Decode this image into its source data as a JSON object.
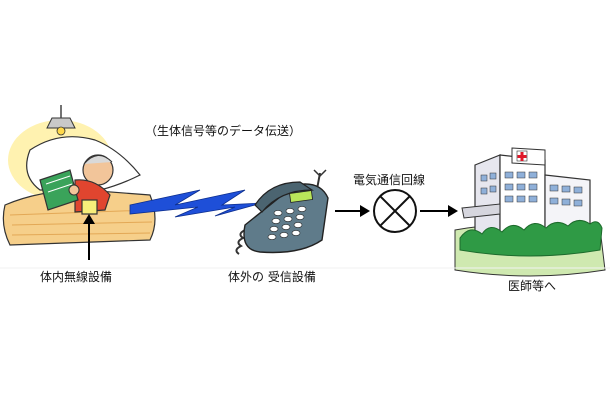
{
  "caption": "（生体信号等のデータ伝送）",
  "labels": {
    "implant": "体内無線設備",
    "receiver": "体外の 受信設備",
    "line": "電気通信回線",
    "destination": "医師等へ"
  },
  "colors": {
    "lightning": "#1e4fd8",
    "implant_box": "#f7ee7a",
    "phone_body": "#5f7b8a",
    "phone_screen": "#b9e65a",
    "cross_symbol": "#111111",
    "hospital_cross": "#e0182a",
    "bushes": "#2f9a45",
    "blanket": "#f6cf8a"
  },
  "icons": [
    "patient-in-bed",
    "wireless-lightning",
    "telephone-receiver",
    "network-switch-cross",
    "hospital-building"
  ]
}
